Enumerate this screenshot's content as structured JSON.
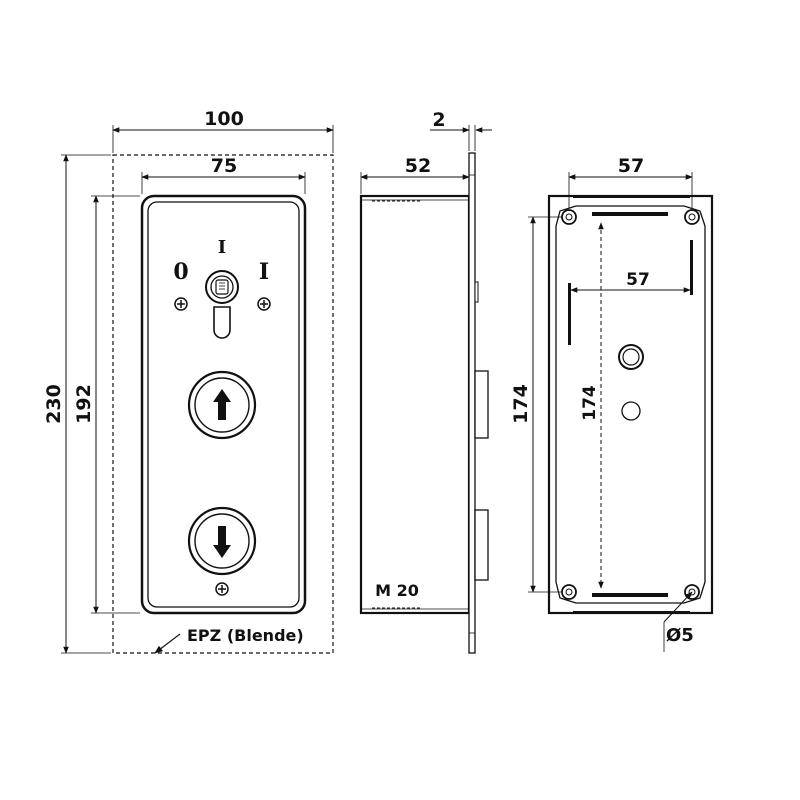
{
  "front_view": {
    "dim_outer_width": "100",
    "dim_inner_width": "75",
    "dim_outer_height": "230",
    "dim_inner_height": "192",
    "switch_label_off": "0",
    "switch_label_mid": "I",
    "switch_label_on": "I",
    "callout_label": "EPZ (Blende)",
    "button_up_icon": "arrow-up-icon",
    "button_down_icon": "arrow-down-icon"
  },
  "side_view": {
    "dim_depth": "52",
    "dim_plate": "2",
    "thread_label": "M 20"
  },
  "back_view": {
    "dim_top_width": "57",
    "dim_inner_width": "57",
    "dim_outer_height": "174",
    "dim_inner_height": "174",
    "hole_label": "Ø5"
  }
}
